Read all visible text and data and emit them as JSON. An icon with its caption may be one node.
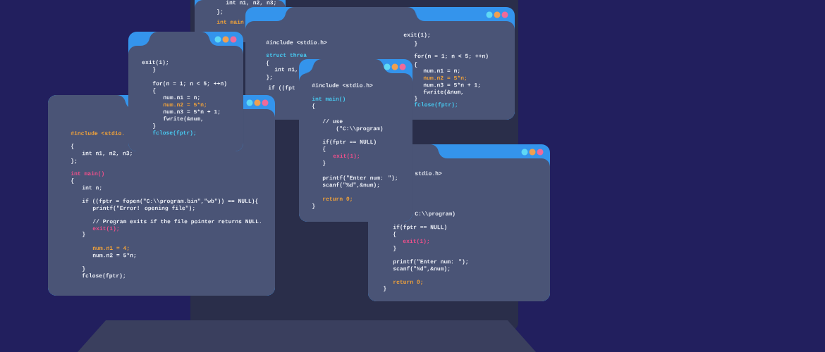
{
  "diagram": {
    "nodes": [
      {
        "text": [
          "int n1, n2, n3;",
          "};",
          "int main"
        ]
      },
      {
        "text": [
          "#include <stdio.h>",
          "struct threa",
          "{",
          "int n1,",
          "};",
          "if ((fpt",
          "exit(1);",
          "}",
          "for(n = 1; n < 5; ++n)",
          "{",
          "num.n1 = n;",
          "num.n2 = 5*n;",
          "num.n3 = 5*n + 1;",
          "fwrite(&num,",
          "}",
          "fclose(fptr);"
        ]
      },
      {
        "text": [
          "exit(1);",
          "}",
          "for(n = 1; n < 5; ++n)",
          "{",
          "num.n1 = n;",
          "num.n2 = 5*n;",
          "num.n3 = 5*n + 1;",
          "fwrite(&num,",
          "}",
          "fclose(fptr);"
        ]
      },
      {
        "text": [
          "#include <stdio.",
          "{",
          "int n1, n2, n3;",
          "};",
          "int main()",
          "{",
          "int n;",
          "if ((fptr = fopen(\"C:\\\\program.bin\",\"wb\")) == NULL){",
          "printf(\"Error! opening file\");",
          "// Program exits if the file pointer returns NULL.",
          "exit(1);",
          "}",
          "num.n1 = 4;",
          "num.n2 = 5*n;",
          "}",
          "fclose(fptr);"
        ]
      },
      {
        "text": [
          "#include <stdio.h>",
          "int main()",
          "{",
          "// use",
          "(\"C:\\\\program)",
          "if(fptr == NULL)",
          "{",
          "exit(1);",
          "}",
          "printf(\"Enter num: \");",
          "scanf(\"%d\",&num);",
          "return 0;",
          "}"
        ]
      },
      {
        "text": [
          "stdio.h>",
          "C:\\\\program)",
          "if(fptr == NULL)",
          "{",
          "exit(1);",
          "}",
          "printf(\"Enter num: \");",
          "scanf(\"%d\",&num);",
          "return 0;",
          "}"
        ]
      }
    ]
  }
}
